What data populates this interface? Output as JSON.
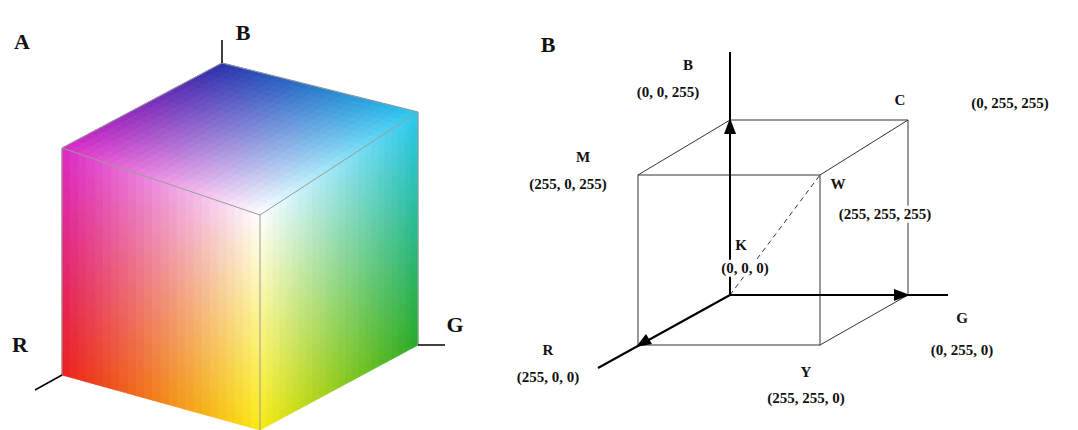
{
  "diagram": {
    "labels": [
      "A",
      "B",
      "B",
      "B",
      "(0, 0, 255)",
      "C",
      "(0, 255, 255)",
      "M",
      "(255, 0, 255)",
      "W",
      "(255, 255, 255)",
      "K",
      "(0, 0, 0)",
      "R",
      "G",
      "R",
      "(255, 0, 0)",
      "G",
      "(0, 255, 0)",
      "Y",
      "(255, 255, 0)"
    ]
  }
}
